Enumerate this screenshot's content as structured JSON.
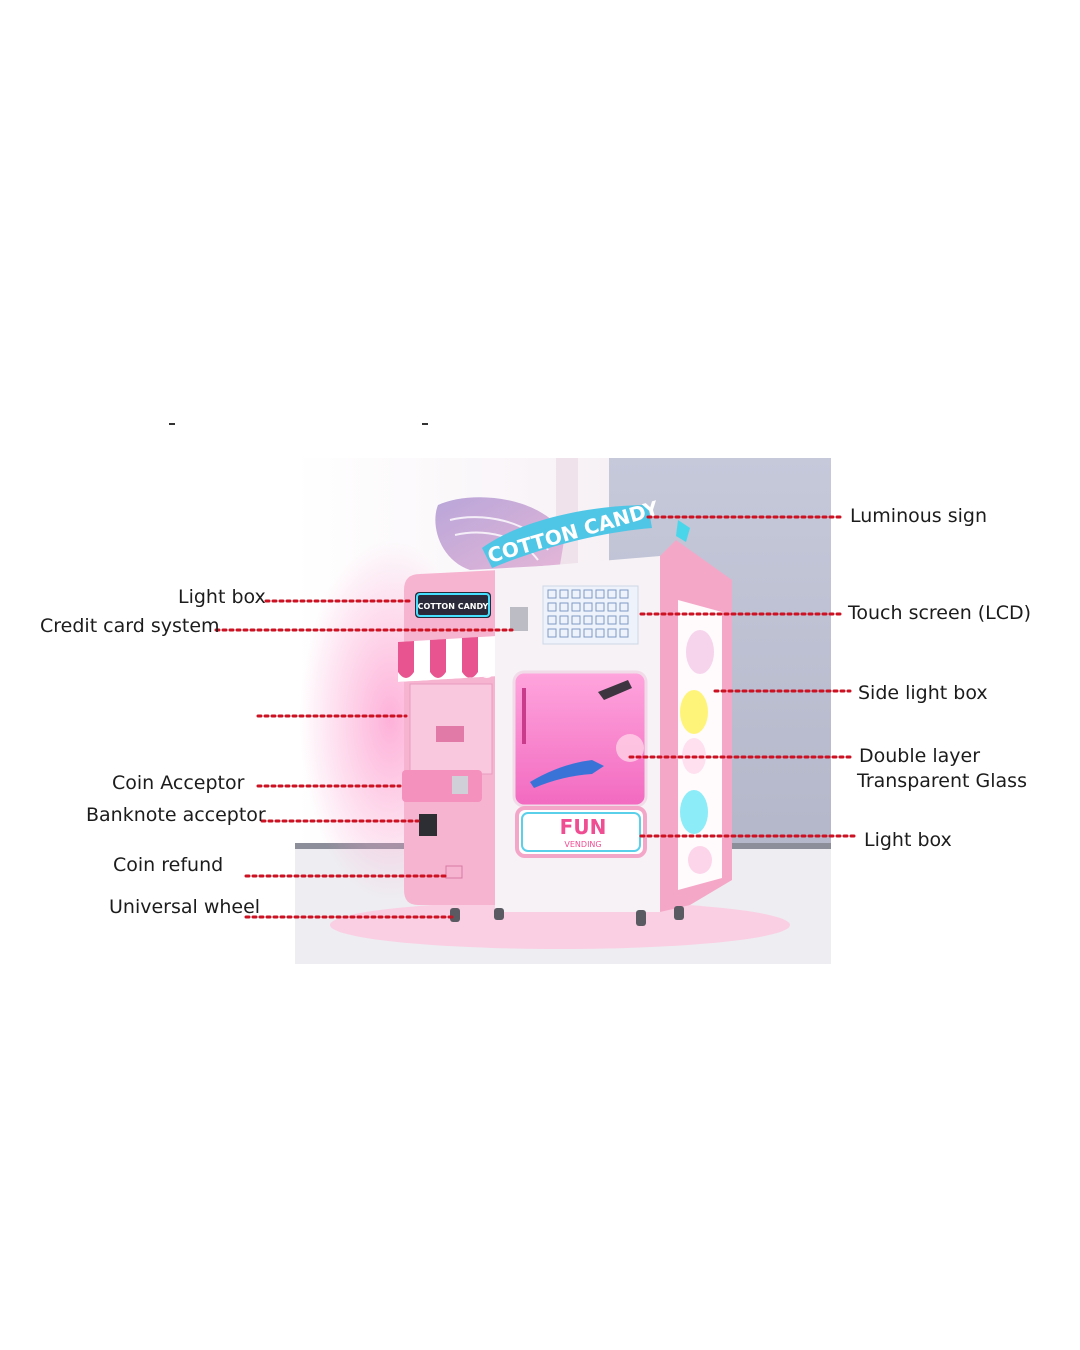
{
  "labels": {
    "luminous_sign": "Luminous sign",
    "touch_screen": "Touch screen (LCD)",
    "side_light_box": "Side light box",
    "double_layer_1": "Double layer",
    "double_layer_2": "Transparent Glass",
    "light_box_right": "Light box",
    "light_box_left": "Light box",
    "credit_card": "Credit card system",
    "coin_acceptor": "Coin Acceptor",
    "banknote_acceptor": "Banknote acceptor",
    "coin_refund": "Coin refund",
    "universal_wheel": "Universal wheel"
  },
  "machine": {
    "sign_text": "COTTON CANDY",
    "small_sign_text": "COTTON CANDY",
    "fun_text": "FUN",
    "fun_sub": "VENDING"
  },
  "colors": {
    "leader": "#cc1122",
    "pink": "#f4a6c8",
    "pink_dark": "#e0609a",
    "white_body": "#f7f4f8",
    "cyan": "#49d6ea"
  }
}
